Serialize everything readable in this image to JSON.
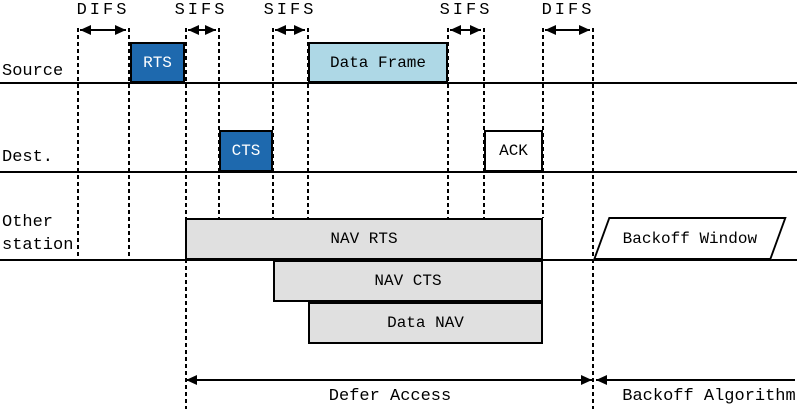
{
  "rows": {
    "source": "Source",
    "dest": "Dest.",
    "other_line1": "Other",
    "other_line2": "station"
  },
  "intervals": [
    {
      "label": "DIFS"
    },
    {
      "label": "SIFS"
    },
    {
      "label": "SIFS"
    },
    {
      "label": "SIFS"
    },
    {
      "label": "DIFS"
    }
  ],
  "frames": {
    "rts": "RTS",
    "cts": "CTS",
    "data": "Data Frame",
    "ack": "ACK"
  },
  "nav": {
    "rts": "NAV RTS",
    "cts": "NAV CTS",
    "data": "Data NAV"
  },
  "backoff_window": "Backoff Window",
  "bottom": {
    "defer": "Defer Access",
    "backoff": "Backoff Algorithm"
  },
  "colors": {
    "control_frame": "#1E69AE",
    "data_frame": "#AED8E6",
    "nav_fill": "#E0E0E0",
    "line": "#000000",
    "bg": "#FFFFFF"
  }
}
